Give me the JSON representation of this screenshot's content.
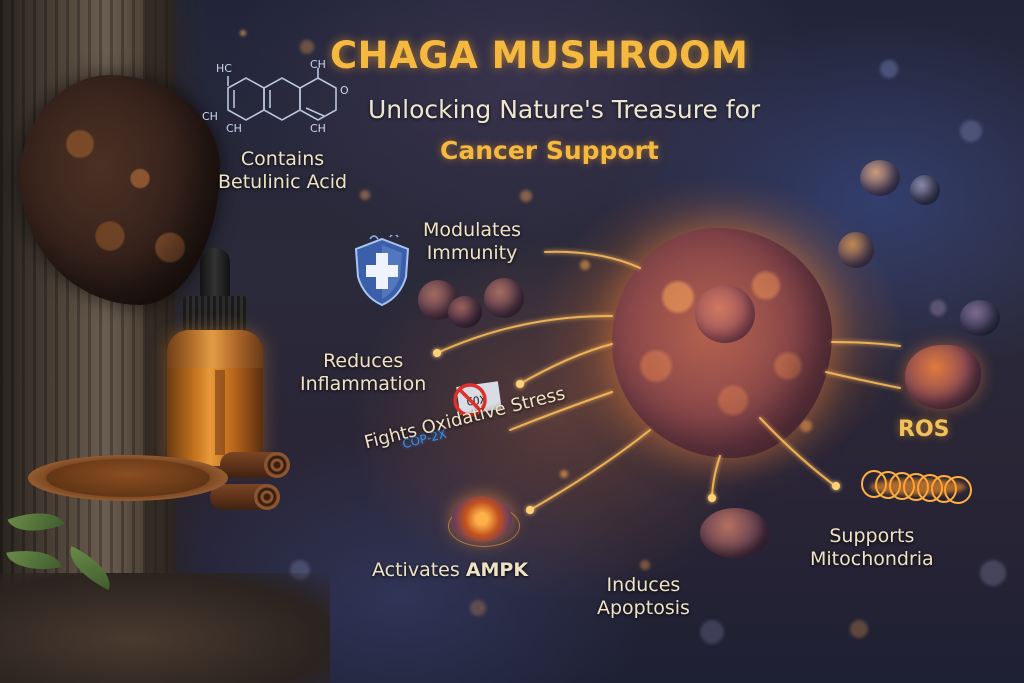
{
  "poster": {
    "title": "CHAGA MUSHROOM",
    "subtitle": "Unlocking Nature's Treasure for",
    "accent_line": "Cancer Support",
    "colors": {
      "title": "#f6b93f",
      "body_text": "#efe3c4",
      "background": "#22253a",
      "glow": "#ff9a3c",
      "cox_label": "#3a8ee6",
      "no_sign": "#e0302a"
    }
  },
  "chemical_structure": {
    "atoms": [
      "HC",
      "CH",
      "CH",
      "CH",
      "CH",
      "O"
    ]
  },
  "benefits": {
    "betulinic": {
      "line1": "Contains",
      "line2": "Betulinic Acid"
    },
    "immunity": {
      "line1": "Modulates",
      "line2": "Immunity",
      "icon": "shield-cross-icon"
    },
    "inflammation": {
      "line1": "Reduces",
      "line2": "Inflammation"
    },
    "oxidative": {
      "text": "Fights Oxidative Stress",
      "badge_text": "COX",
      "badge_icon": "prohibited-icon",
      "side_label": "COP-2X"
    },
    "ampk": {
      "prefix": "Activates ",
      "strong": "AMPK"
    },
    "apoptosis": {
      "line1": "Induces",
      "line2": "Apoptosis"
    },
    "ros": {
      "text": "ROS"
    },
    "mitochondria": {
      "line1": "Supports",
      "line2": "Mitochondria"
    }
  }
}
